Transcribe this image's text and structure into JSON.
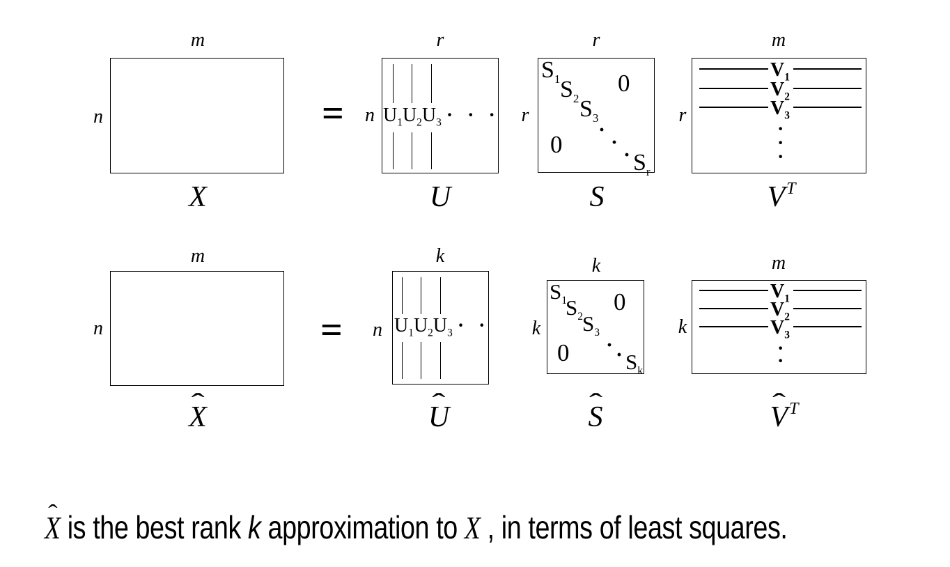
{
  "colors": {
    "ink": "#000000",
    "background": "#ffffff"
  },
  "glyphs": {
    "dot": "·",
    "hat": "ˆ",
    "equals": "="
  },
  "row1": {
    "x": {
      "top_dim": "m",
      "left_dim": "n",
      "label": "X"
    },
    "u": {
      "top_dim": "r",
      "left_dim": "n",
      "label": "U",
      "cols": [
        {
          "base": "U",
          "sub": "1"
        },
        {
          "base": "U",
          "sub": "2"
        },
        {
          "base": "U",
          "sub": "3"
        }
      ],
      "dots": "· · ·"
    },
    "s": {
      "top_dim": "r",
      "left_dim": "r",
      "label": "S",
      "diag": [
        {
          "base": "S",
          "sub": "1"
        },
        {
          "base": "S",
          "sub": "2"
        },
        {
          "base": "S",
          "sub": "3"
        }
      ],
      "last": {
        "base": "S",
        "sub": "r"
      },
      "zero_top_right": "0",
      "zero_bottom_left": "0"
    },
    "v": {
      "top_dim": "m",
      "left_dim": "r",
      "label_base": "V",
      "label_sup": "T",
      "rows": [
        {
          "base": "V",
          "sub": "1"
        },
        {
          "base": "V",
          "sub": "2"
        },
        {
          "base": "V",
          "sub": "3"
        }
      ]
    }
  },
  "row2": {
    "x": {
      "top_dim": "m",
      "left_dim": "n",
      "label": "X"
    },
    "u": {
      "top_dim": "k",
      "left_dim": "n",
      "label": "U",
      "cols": [
        {
          "base": "U",
          "sub": "1"
        },
        {
          "base": "U",
          "sub": "2"
        },
        {
          "base": "U",
          "sub": "3"
        }
      ],
      "dots": "· ·"
    },
    "s": {
      "top_dim": "k",
      "left_dim": "k",
      "label": "S",
      "diag": [
        {
          "base": "S",
          "sub": "1"
        },
        {
          "base": "S",
          "sub": "2"
        },
        {
          "base": "S",
          "sub": "3"
        }
      ],
      "last": {
        "base": "S",
        "sub": "k"
      },
      "zero_top_right": "0",
      "zero_bottom_left": "0"
    },
    "v": {
      "top_dim": "m",
      "left_dim": "k",
      "label_base": "V",
      "label_sup": "T",
      "rows": [
        {
          "base": "V",
          "sub": "1"
        },
        {
          "base": "V",
          "sub": "2"
        },
        {
          "base": "V",
          "sub": "3"
        }
      ]
    }
  },
  "caption": {
    "x_hat_base": "X",
    "text_1": " is the best rank ",
    "k": "k",
    "text_2": " approximation to ",
    "x": "X",
    "text_3": " , in terms of least squares."
  }
}
